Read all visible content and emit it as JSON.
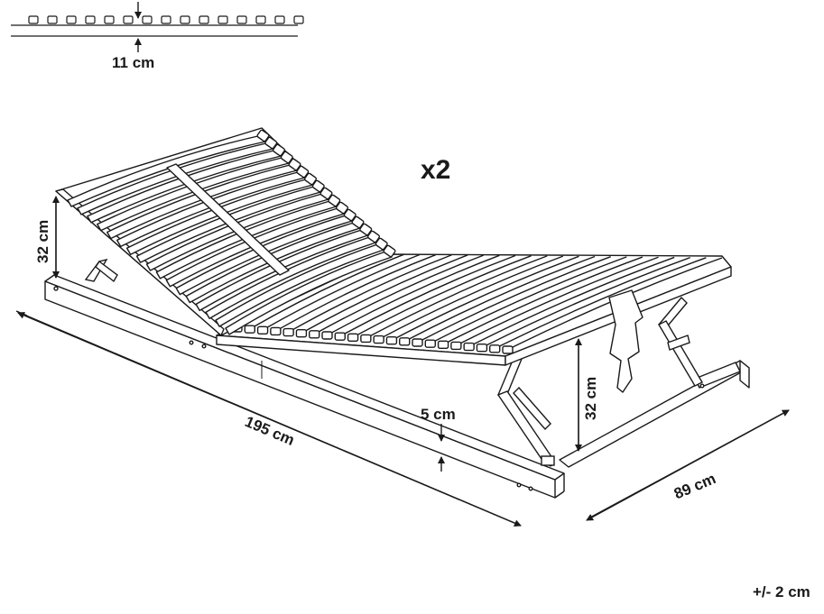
{
  "labels": {
    "slat_thickness": "11 cm",
    "multiplier": "x2",
    "head_height": "32 cm",
    "foot_height": "32 cm",
    "frame_height": "5 cm",
    "length": "195 cm",
    "width": "89 cm",
    "tolerance": "+/- 2 cm"
  },
  "colors": {
    "line": "#1a1a1a",
    "fill": "#ffffff"
  }
}
